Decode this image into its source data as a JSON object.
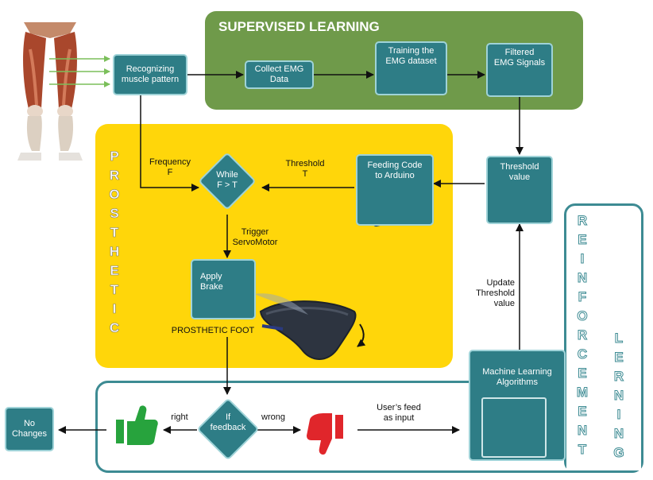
{
  "supervised_title": "SUPERVISED LEARNING",
  "prosthetic_vertical": [
    "P",
    "R",
    "O",
    "S",
    "T",
    "H",
    "E",
    "T",
    "I",
    "C"
  ],
  "reinforcement_vertical": [
    "R",
    "E",
    "I",
    "N",
    "F",
    "O",
    "R",
    "C",
    "E",
    "M",
    "E",
    "N",
    "T"
  ],
  "learning_vertical": [
    "L",
    "E",
    "R",
    "N",
    "I",
    "N",
    "G"
  ],
  "nodes": {
    "recognizing": "Recognizing\nmuscle pattern",
    "collect": "Collect EMG\nData",
    "training": "Training the\nEMG dataset",
    "filtered": "Filtered\nEMG Signals",
    "threshold_value": "Threshold\nvalue",
    "feeding": "Feeding Code\nto Arduino",
    "while": "While\nF > T",
    "apply_brake": "Apply\nBrake",
    "if_feedback": "If\nfeedback",
    "no_changes": "No\nChanges",
    "ml_algorithms": "Machine Learning\nAlgorithms"
  },
  "labels": {
    "frequency": "Frequency\nF",
    "threshold_t": "Threshold\nT",
    "trigger": "Trigger\nServoMotor",
    "prosthetic_foot": "PROSTHETIC FOOT",
    "right": "right",
    "wrong": "wrong",
    "users_feed": "User’s feed\nas input",
    "update_threshold": "Update\nThreshold\nvalue"
  },
  "colors": {
    "supervised_green": "#6f9a4a",
    "prosthetic_yellow": "#ffd60a",
    "teal": "#2e7d86",
    "arrow": "#111111",
    "thumb_up": "#27a33d",
    "thumb_down": "#e0262b"
  }
}
